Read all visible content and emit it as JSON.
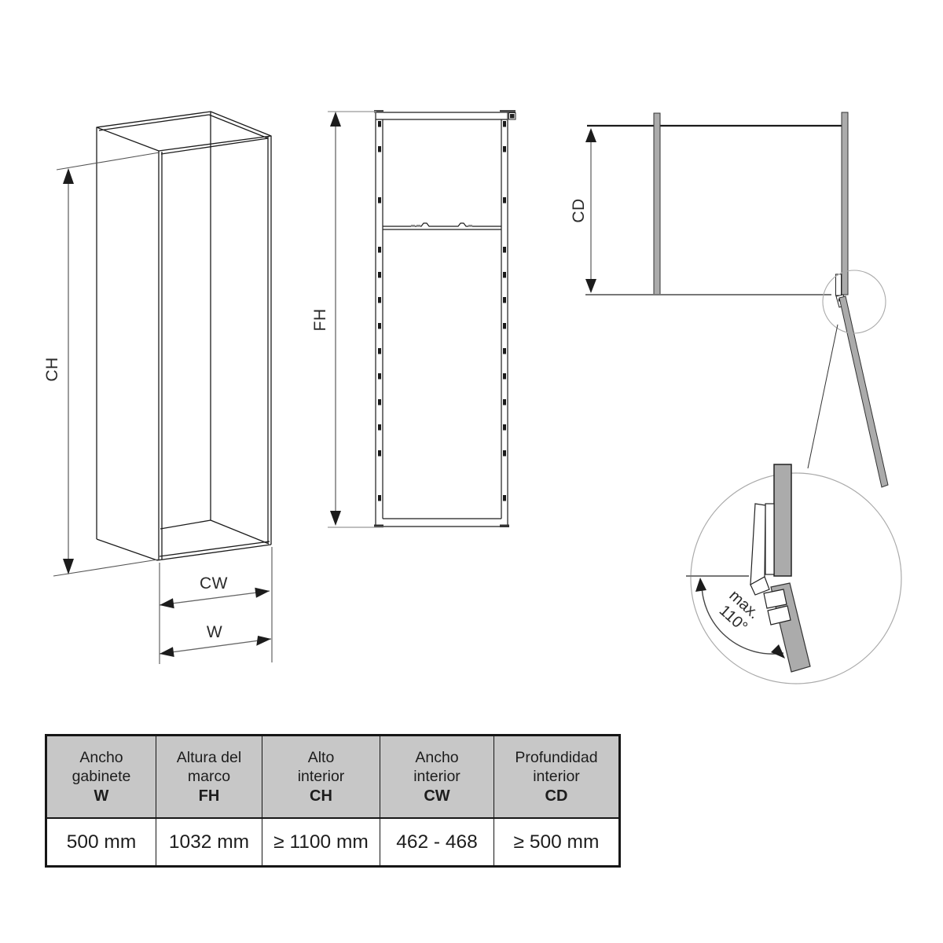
{
  "diagram": {
    "isometric_view": {
      "height_label": "CH",
      "inner_width_label": "CW",
      "width_label": "W"
    },
    "front_view": {
      "frame_height_label": "FH"
    },
    "side_view": {
      "depth_label": "CD"
    },
    "hinge_detail": {
      "opening_angle_line1": "max.",
      "opening_angle_line2": "110°"
    }
  },
  "spec_table": {
    "columns": [
      {
        "title_line1": "Ancho",
        "title_line2": "gabinete",
        "code": "W",
        "value": "500 mm"
      },
      {
        "title_line1": "Altura del",
        "title_line2": "marco",
        "code": "FH",
        "value": "1032 mm"
      },
      {
        "title_line1": "Alto",
        "title_line2": "interior",
        "code": "CH",
        "value": "≥ 1100 mm"
      },
      {
        "title_line1": "Ancho",
        "title_line2": "interior",
        "code": "CW",
        "value": "462 - 468"
      },
      {
        "title_line1": "Profundidad",
        "title_line2": "interior",
        "code": "CD",
        "value": "≥ 500 mm"
      }
    ]
  },
  "colors": {
    "panel_gray": "#ababab",
    "table_header_bg": "#c7c7c7",
    "drawing_line": "#1c1c1c",
    "dimension_line": "#666666"
  }
}
